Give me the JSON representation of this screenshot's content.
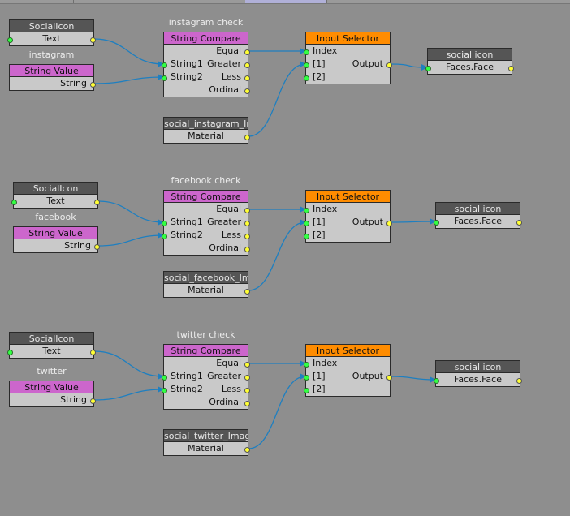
{
  "groups": [
    {
      "socialicon_header": "SocialIcon",
      "socialicon_port": "Text",
      "value_caption": "instagram",
      "value_header": "String Value",
      "value_port": "String",
      "compare_caption": "instagram check",
      "compare_header": "String Compare",
      "compare_inputs": [
        "String1",
        "String2"
      ],
      "compare_outputs": [
        "Equal",
        "Greater",
        "Less",
        "Ordinal"
      ],
      "selector_header": "Input Selector",
      "selector_inputs": [
        "Index",
        "[1]",
        "[2]"
      ],
      "selector_output": "Output",
      "image_header": "social_instagram_Image",
      "image_port": "Material",
      "target_header": "social icon",
      "target_port": "Faces.Face"
    },
    {
      "socialicon_header": "SocialIcon",
      "socialicon_port": "Text",
      "value_caption": "facebook",
      "value_header": "String Value",
      "value_port": "String",
      "compare_caption": "facebook check",
      "compare_header": "String Compare",
      "compare_inputs": [
        "String1",
        "String2"
      ],
      "compare_outputs": [
        "Equal",
        "Greater",
        "Less",
        "Ordinal"
      ],
      "selector_header": "Input Selector",
      "selector_inputs": [
        "Index",
        "[1]",
        "[2]"
      ],
      "selector_output": "Output",
      "image_header": "social_facebook_Image",
      "image_port": "Material",
      "target_header": "social icon",
      "target_port": "Faces.Face"
    },
    {
      "socialicon_header": "SocialIcon",
      "socialicon_port": "Text",
      "value_caption": "twitter",
      "value_header": "String Value",
      "value_port": "String",
      "compare_caption": "twitter check",
      "compare_header": "String Compare",
      "compare_inputs": [
        "String1",
        "String2"
      ],
      "compare_outputs": [
        "Equal",
        "Greater",
        "Less",
        "Ordinal"
      ],
      "selector_header": "Input Selector",
      "selector_inputs": [
        "Index",
        "[1]",
        "[2]"
      ],
      "selector_output": "Output",
      "image_header": "social_twitter_Image",
      "image_port": "Material",
      "target_header": "social icon",
      "target_port": "Faces.Face"
    }
  ],
  "colors": {
    "canvas": "#8e8e8e",
    "node_body": "#c9c9c9",
    "header_dark": "#555555",
    "header_pink": "#cc66cc",
    "header_orange": "#ff8c00",
    "wire": "#1e7fc0",
    "output_port": "#ffff33",
    "input_port": "#33ff44"
  }
}
